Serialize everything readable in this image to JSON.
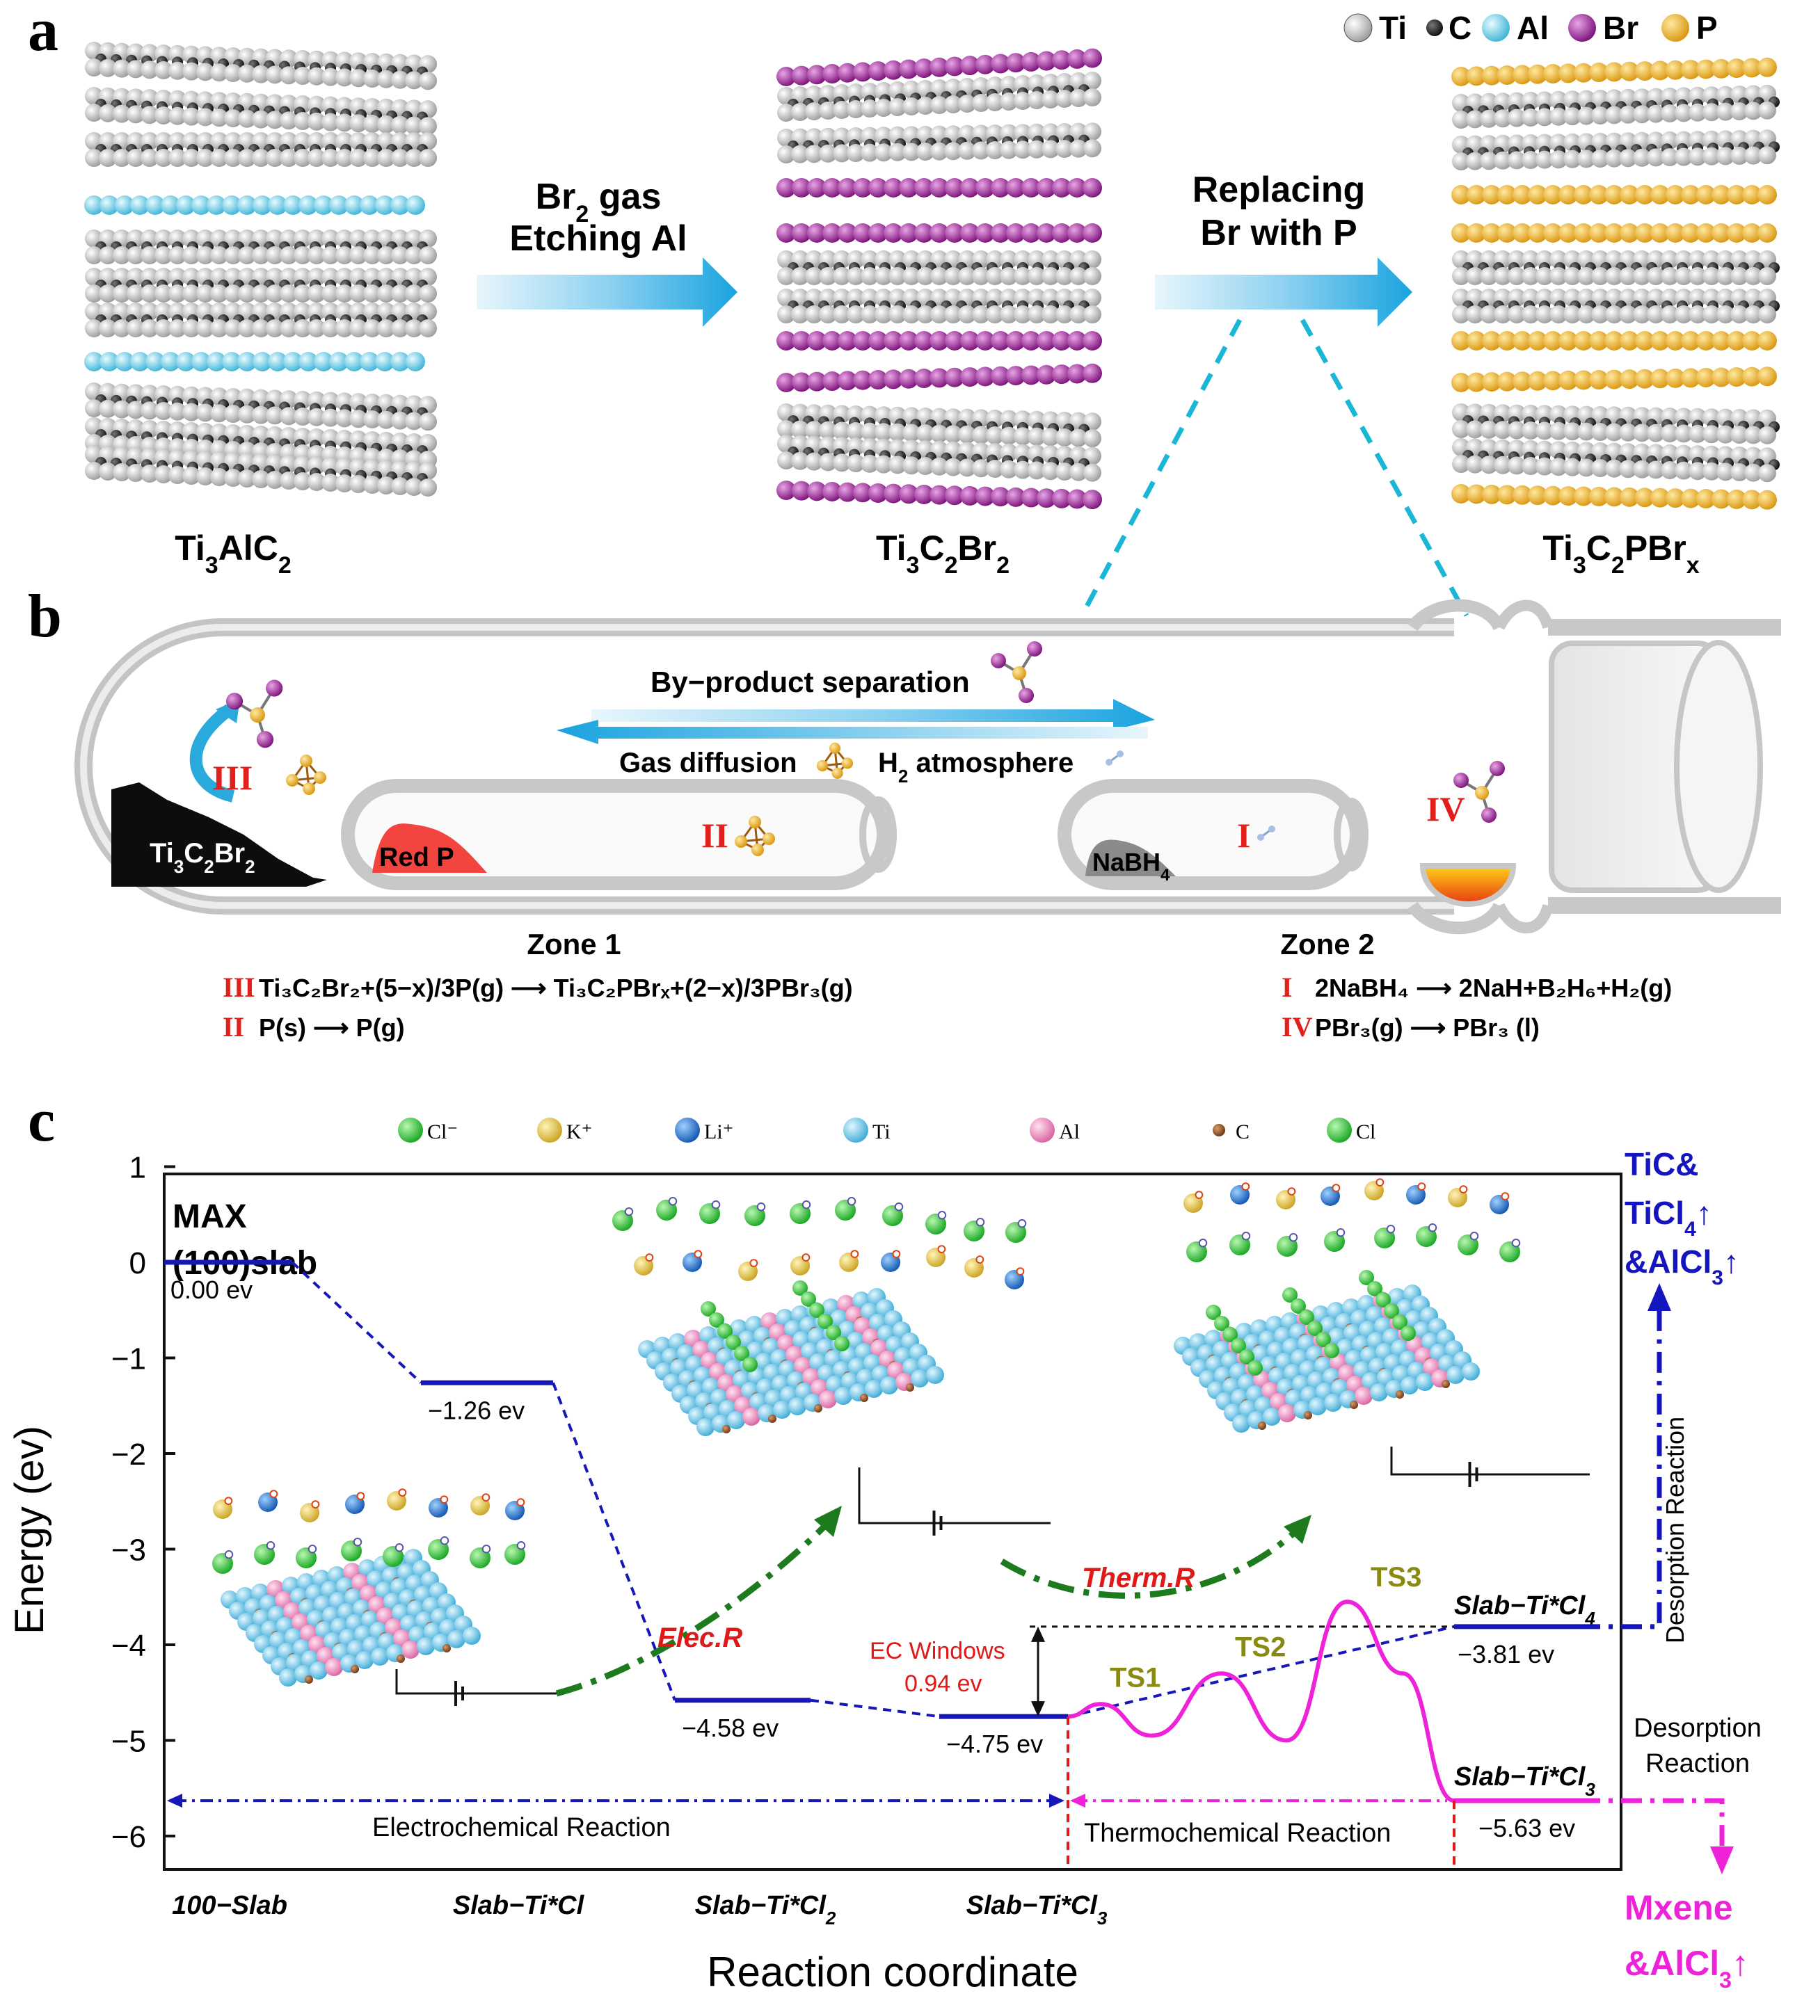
{
  "panel_a": {
    "label": "a",
    "legend": [
      {
        "symbol": "Ti",
        "color": "#8a8a8a"
      },
      {
        "symbol": "C",
        "color": "#111111"
      },
      {
        "symbol": "Al",
        "color": "#35b6d8"
      },
      {
        "symbol": "Br",
        "color": "#8e1f8a"
      },
      {
        "symbol": "P",
        "color": "#e6a51a"
      }
    ],
    "arrow1": {
      "line1": "Br",
      "line1_sub": "2",
      "line1_rest": " gas",
      "line2": "Etching Al"
    },
    "arrow2": {
      "line1": "Replacing",
      "line2": "Br with P"
    },
    "structures": [
      {
        "parts": [
          [
            "Ti",
            ""
          ],
          [
            "3",
            "sub"
          ],
          [
            "AlC",
            ""
          ],
          [
            "2",
            "sub"
          ]
        ]
      },
      {
        "parts": [
          [
            "Ti",
            ""
          ],
          [
            "3",
            "sub"
          ],
          [
            "C",
            ""
          ],
          [
            "2",
            "sub"
          ],
          [
            "Br",
            ""
          ],
          [
            "2",
            "sub"
          ]
        ]
      },
      {
        "parts": [
          [
            "Ti",
            ""
          ],
          [
            "3",
            "sub"
          ],
          [
            "C",
            ""
          ],
          [
            "2",
            "sub"
          ],
          [
            "PBr",
            ""
          ],
          [
            "x",
            "sub"
          ]
        ]
      }
    ]
  },
  "panel_b": {
    "label": "b",
    "byproduct": "By−product separation",
    "gas_diffusion": "Gas diffusion",
    "h2_atmosphere": {
      "pre": "H",
      "sub": "2",
      "post": " atmosphere"
    },
    "sample": {
      "parts": [
        [
          "Ti",
          ""
        ],
        [
          "3",
          "sub"
        ],
        [
          "C",
          ""
        ],
        [
          "2",
          "sub"
        ],
        [
          "Br",
          ""
        ],
        [
          "2",
          "sub"
        ]
      ]
    },
    "red_p": "Red P",
    "nabh4": {
      "pre": "NaBH",
      "sub": "4"
    },
    "step_labels": {
      "I": "I",
      "II": "II",
      "III": "III",
      "IV": "IV"
    },
    "zone1": "Zone 1",
    "zone2": "Zone 2",
    "reactions": {
      "r3": {
        "num": "III",
        "text": "Ti₃C₂Br₂+(5−x)/3P(g) ⟶ Ti₃C₂PBrₓ+(2−x)/3PBr₃(g)"
      },
      "r2": {
        "num": "II",
        "text": "P(s) ⟶ P(g)"
      },
      "r1": {
        "num": "I",
        "text": "2NaBH₄ ⟶ 2NaH+B₂H₆+H₂(g)"
      },
      "r4": {
        "num": "IV",
        "text": "PBr₃(g) ⟶ PBr₃ (l)"
      }
    }
  },
  "panel_c": {
    "label": "c",
    "legend": [
      {
        "symbol": "Cl⁻",
        "color": "#22c12c"
      },
      {
        "symbol": "K⁺",
        "color": "#e2c23a"
      },
      {
        "symbol": "Li⁺",
        "color": "#1a6fc9"
      },
      {
        "symbol": "Ti",
        "color": "#6cc7ea"
      },
      {
        "symbol": "Al",
        "color": "#ee8ec2"
      },
      {
        "symbol": "C",
        "color": "#8a4a1e"
      },
      {
        "symbol": "Cl",
        "color": "#22c12c"
      }
    ],
    "corner_label_1": "MAX",
    "corner_label_2": "(100)slab",
    "elec_r": "Elec.R",
    "therm_r": "Therm.R",
    "ec_windows_1": "EC Windows",
    "ec_windows_2": "0.94 ev",
    "electrochemical": "Electrochemical Reaction",
    "thermochemical": "Thermochemical Reaction",
    "desorption_vertical": "Desorption Reaction",
    "desorption_1": "Desorption",
    "desorption_2": "Reaction",
    "ts_labels": [
      "TS1",
      "TS2",
      "TS3"
    ],
    "top_product": {
      "line1": "TiC&",
      "line2": "TiCl",
      "line2_sub": "4",
      "line2_post": "↑",
      "line3": "&AlCl",
      "line3_sub": "3",
      "line3_post": "↑"
    },
    "bottom_product": {
      "line1": "Mxene",
      "line2": "&AlCl",
      "line2_sub": "3",
      "line2_post": "↑"
    },
    "upper_state": {
      "pre": "Slab−Ti*Cl",
      "sub": "4",
      "energy_label": "−3.81 ev"
    },
    "lower_state": {
      "pre": "Slab−Ti*Cl",
      "sub": "3",
      "energy_label": "−5.63 ev"
    }
  },
  "chart_data": {
    "type": "line",
    "title": "",
    "xlabel": "Reaction coordinate",
    "ylabel": "Energy (ev)",
    "ylim": [
      -6.5,
      1
    ],
    "yticks": [
      1,
      0,
      -1,
      -2,
      -3,
      -4,
      -5,
      -6
    ],
    "ytick_labels": [
      "1",
      "0",
      "−1",
      "−2",
      "−3",
      "−4",
      "−5",
      "−6"
    ],
    "categories": [
      {
        "pre": "100−Slab",
        "sub": ""
      },
      {
        "pre": "Slab−Ti*Cl",
        "sub": ""
      },
      {
        "pre": "Slab−Ti*Cl",
        "sub": "2"
      },
      {
        "pre": "Slab−Ti*Cl",
        "sub": "3"
      }
    ],
    "levels": [
      {
        "state": "100−Slab",
        "energy": 0.0,
        "label": "0.00 ev"
      },
      {
        "state": "Slab−Ti*Cl",
        "energy": -1.26,
        "label": "−1.26 ev"
      },
      {
        "state": "Slab−Ti*Cl2",
        "energy": -4.58,
        "label": "−4.58 ev"
      },
      {
        "state": "Slab−Ti*Cl3",
        "energy": -4.75,
        "label": "−4.75 ev"
      },
      {
        "state": "Slab−Ti*Cl4",
        "energy": -3.81,
        "label": "−3.81 ev"
      },
      {
        "state": "Slab−Ti*Cl3",
        "energy": -5.63,
        "label": "−5.63 ev"
      }
    ],
    "thermo_path": {
      "color": "#ee22d8",
      "points": [
        [
          0.0,
          -4.75
        ],
        [
          0.07,
          -4.62
        ],
        [
          0.18,
          -4.95
        ],
        [
          0.33,
          -4.3
        ],
        [
          0.47,
          -5.0
        ],
        [
          0.6,
          -3.55
        ],
        [
          0.72,
          -4.3
        ],
        [
          0.83,
          -5.63
        ]
      ],
      "transition_states": [
        {
          "name": "TS1",
          "energy": -4.6
        },
        {
          "name": "TS2",
          "energy": -4.28
        },
        {
          "name": "TS3",
          "energy": -3.55
        }
      ]
    },
    "colors": {
      "levels": "#1717b8",
      "thermo": "#ee22d8",
      "product_top": "#1515c0",
      "product_bottom": "#ee22d8",
      "arrow_green": "#1d7a1d"
    }
  }
}
